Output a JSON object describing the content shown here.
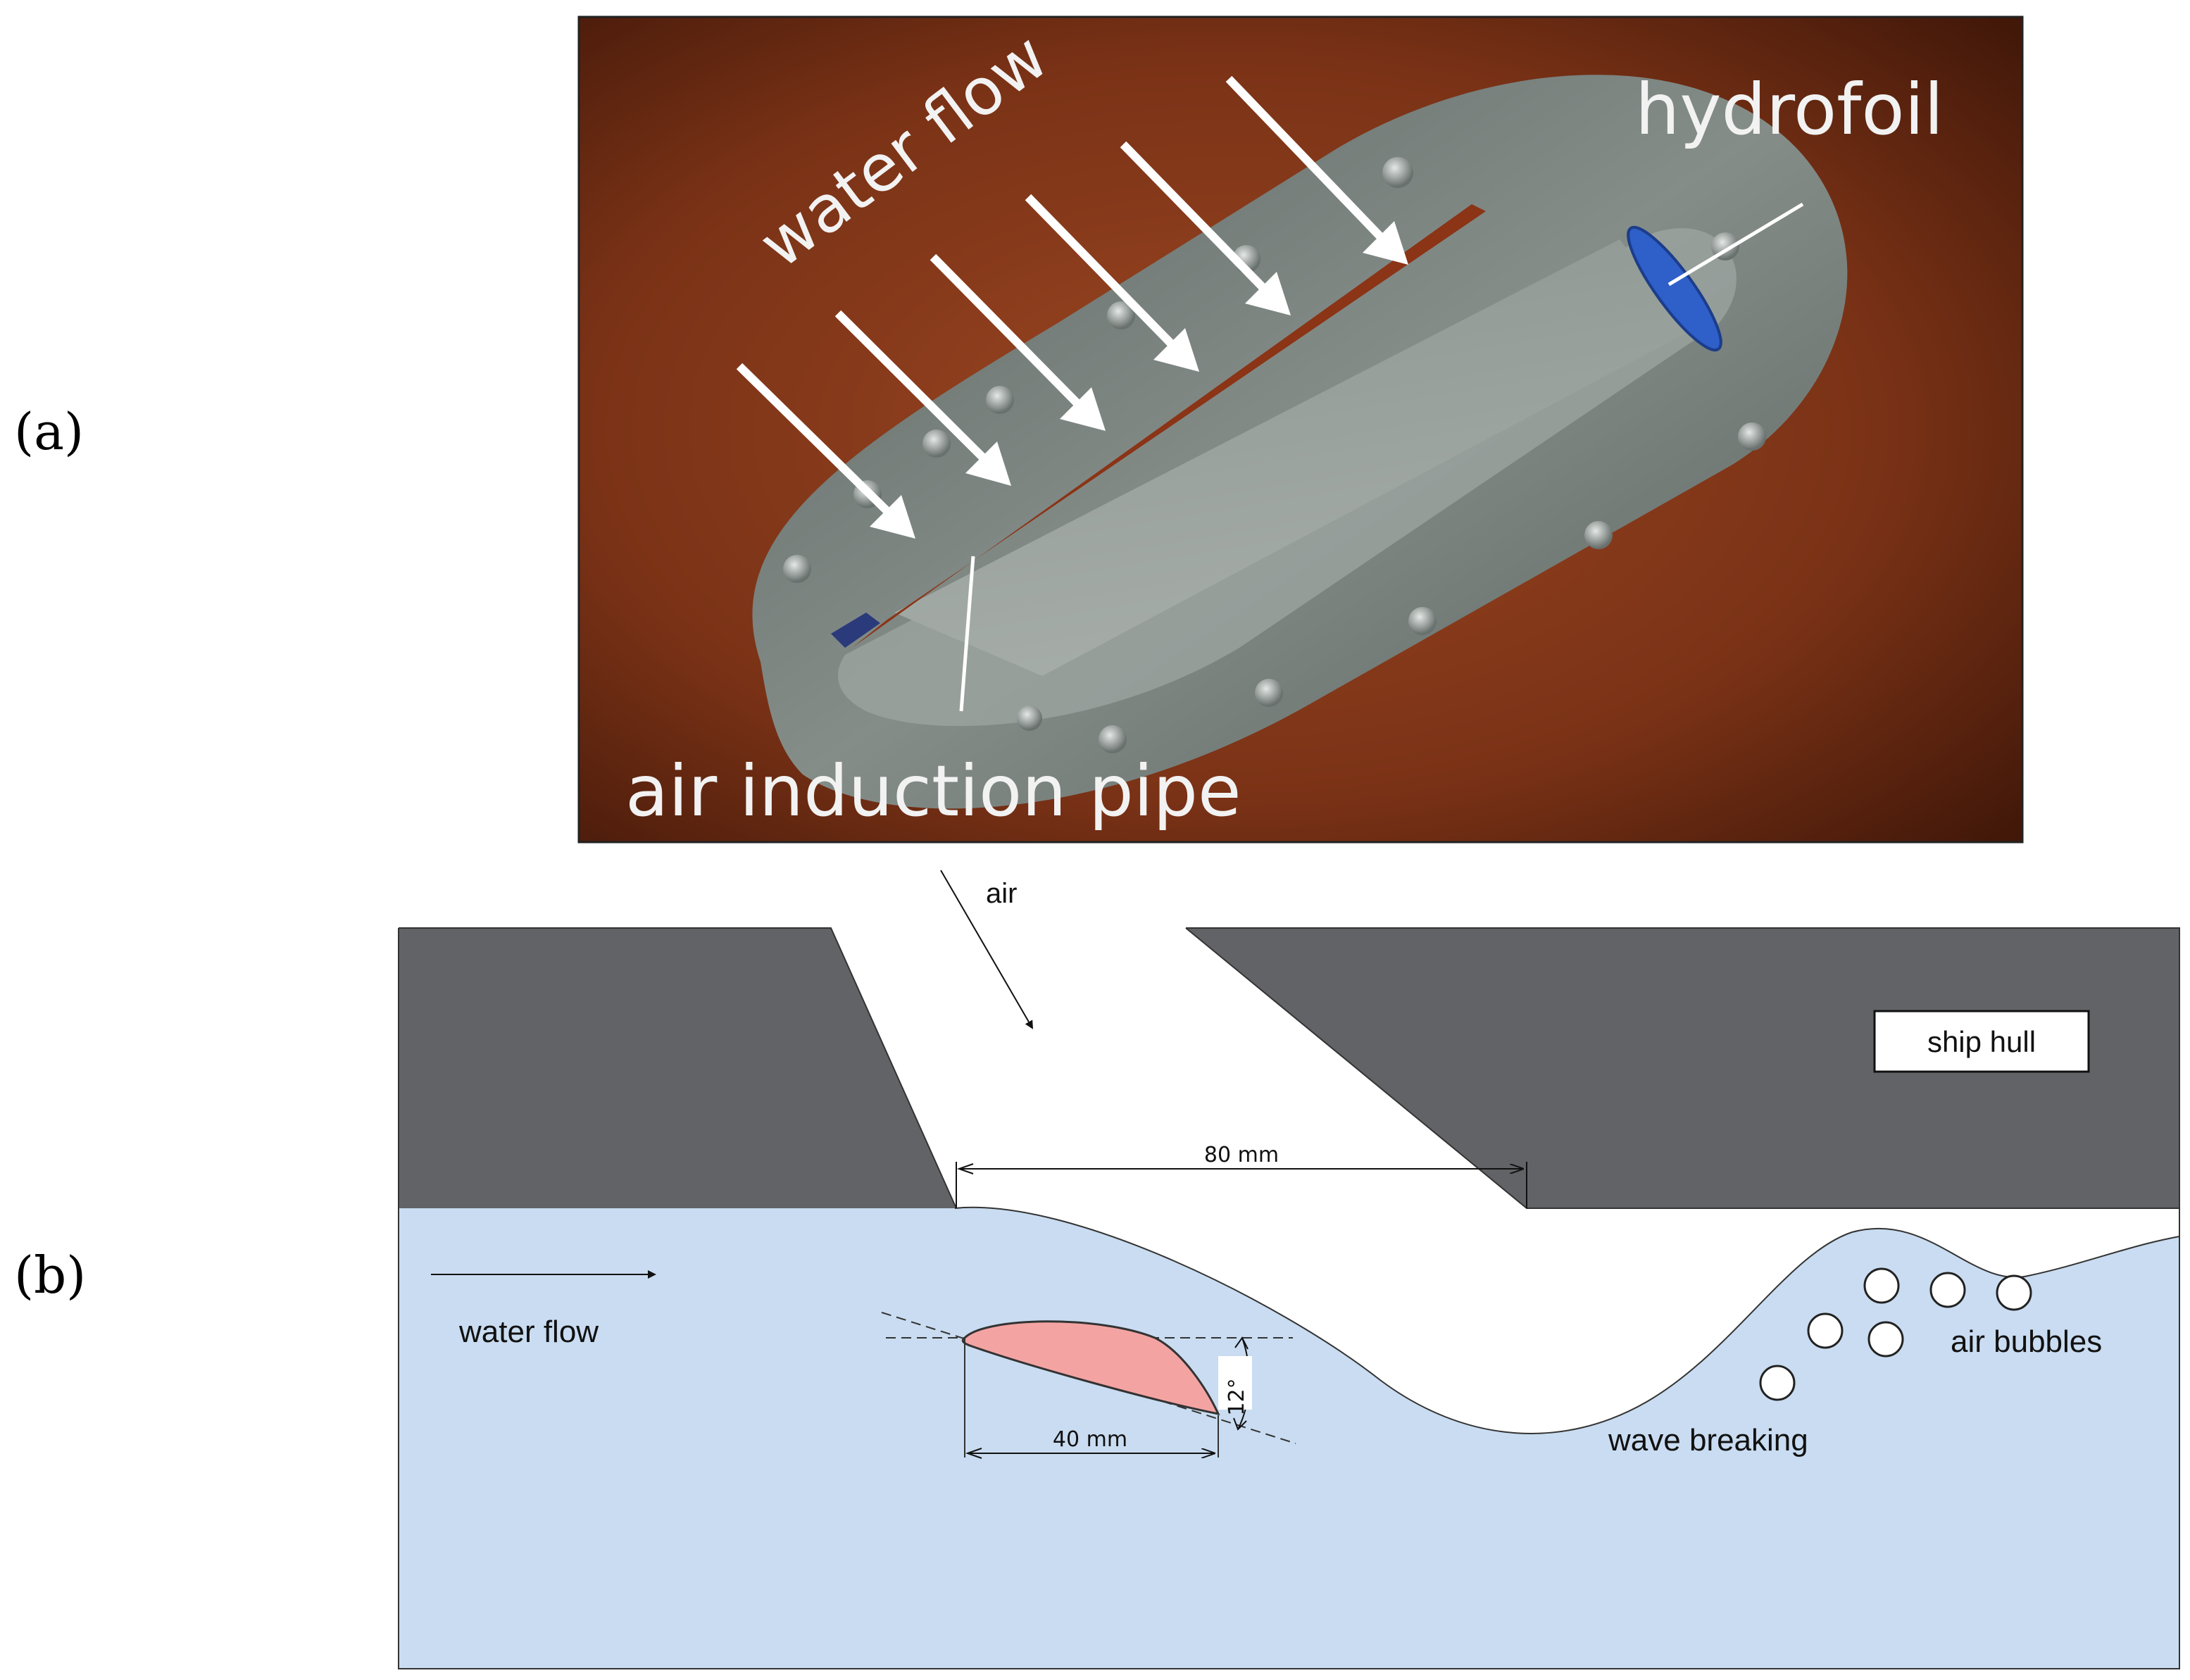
{
  "panels": {
    "a": "(a)",
    "b": "(b)"
  },
  "photo": {
    "water_flow": "water flow",
    "hydrofoil": "hydrofoil",
    "air_induction_pipe": "air induction pipe"
  },
  "diagram": {
    "air": "air",
    "ship_hull": "ship hull",
    "dim_80": "80 mm",
    "water_flow": "water flow",
    "angle": "12°",
    "dim_40": "40 mm",
    "wave_breaking": "wave breaking",
    "air_bubbles": "air bubbles"
  },
  "colors": {
    "photo_background": "#8a3a1a",
    "plate": "#7c8480",
    "hydrofoil_blue": "#2f5fc8",
    "hull": "#626366",
    "water": "#c9dcf1",
    "foil_pink": "#f4a3a3"
  }
}
